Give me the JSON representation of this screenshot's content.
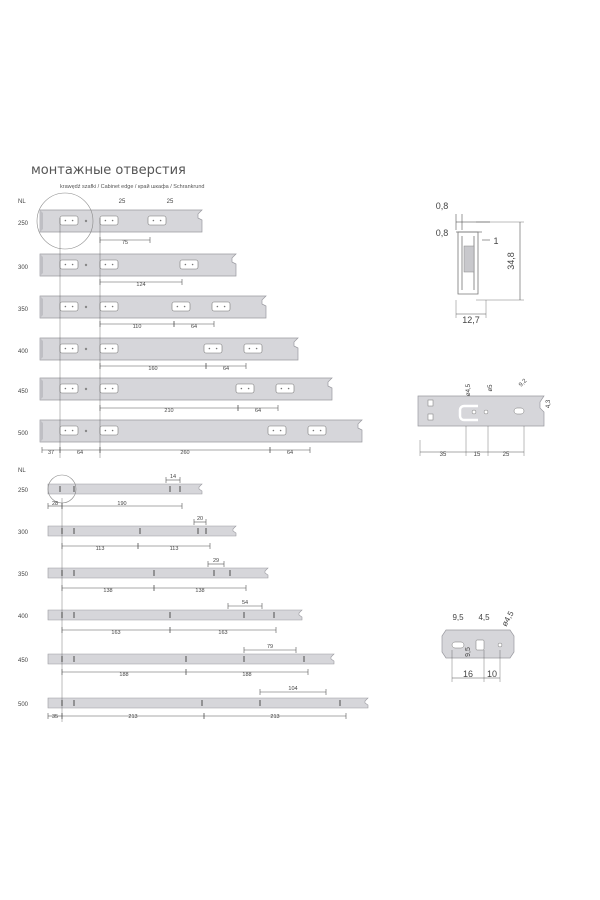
{
  "title": "монтажные отверстия",
  "edge_label": "krawędź szafki / Cabinet edge / край шкафа / Schrankrund",
  "nl_label": "NL",
  "top_top_dims": [
    "25",
    "25"
  ],
  "top_rails": [
    {
      "nl": "250",
      "dims": [
        "75"
      ]
    },
    {
      "nl": "300",
      "dims": [
        "124"
      ]
    },
    {
      "nl": "350",
      "dims": [
        "110",
        "64"
      ]
    },
    {
      "nl": "400",
      "dims": [
        "160",
        "64"
      ]
    },
    {
      "nl": "450",
      "dims": [
        "210",
        "64"
      ]
    },
    {
      "nl": "500",
      "dims": [
        "260",
        "64"
      ]
    }
  ],
  "top_bottom_dims": [
    "37",
    "64"
  ],
  "bottom_rails": [
    {
      "nl": "250",
      "dims": [
        "28",
        "190"
      ],
      "top_dim": "14"
    },
    {
      "nl": "300",
      "dims": [
        "113",
        "113"
      ],
      "top_dim": "20"
    },
    {
      "nl": "350",
      "dims": [
        "138",
        "138"
      ],
      "top_dim": "29"
    },
    {
      "nl": "400",
      "dims": [
        "163",
        "163"
      ],
      "top_dim": "54"
    },
    {
      "nl": "450",
      "dims": [
        "188",
        "188"
      ],
      "top_dim": "79"
    },
    {
      "nl": "500",
      "dims": [
        "35",
        "213",
        "213"
      ],
      "top_dim": "104"
    }
  ],
  "profile": {
    "d1": "0,8",
    "d2": "0,8",
    "d3": "1",
    "height": "34,8",
    "width": "12,7"
  },
  "detail_a": {
    "d45": "ø4,5",
    "d5": "ø5",
    "d92": "9,2",
    "d43": "4,3",
    "b35": "35",
    "b15": "15",
    "b25": "25"
  },
  "detail_b": {
    "d95": "9,5",
    "d45": "4,5",
    "d45b": "ø4,5",
    "v95": "9,5",
    "b16": "16",
    "b10": "10"
  },
  "colors": {
    "rail": "#d6d6da",
    "rail_stroke": "#9a9aa0",
    "line": "#555555",
    "hole": "#ffffff"
  }
}
